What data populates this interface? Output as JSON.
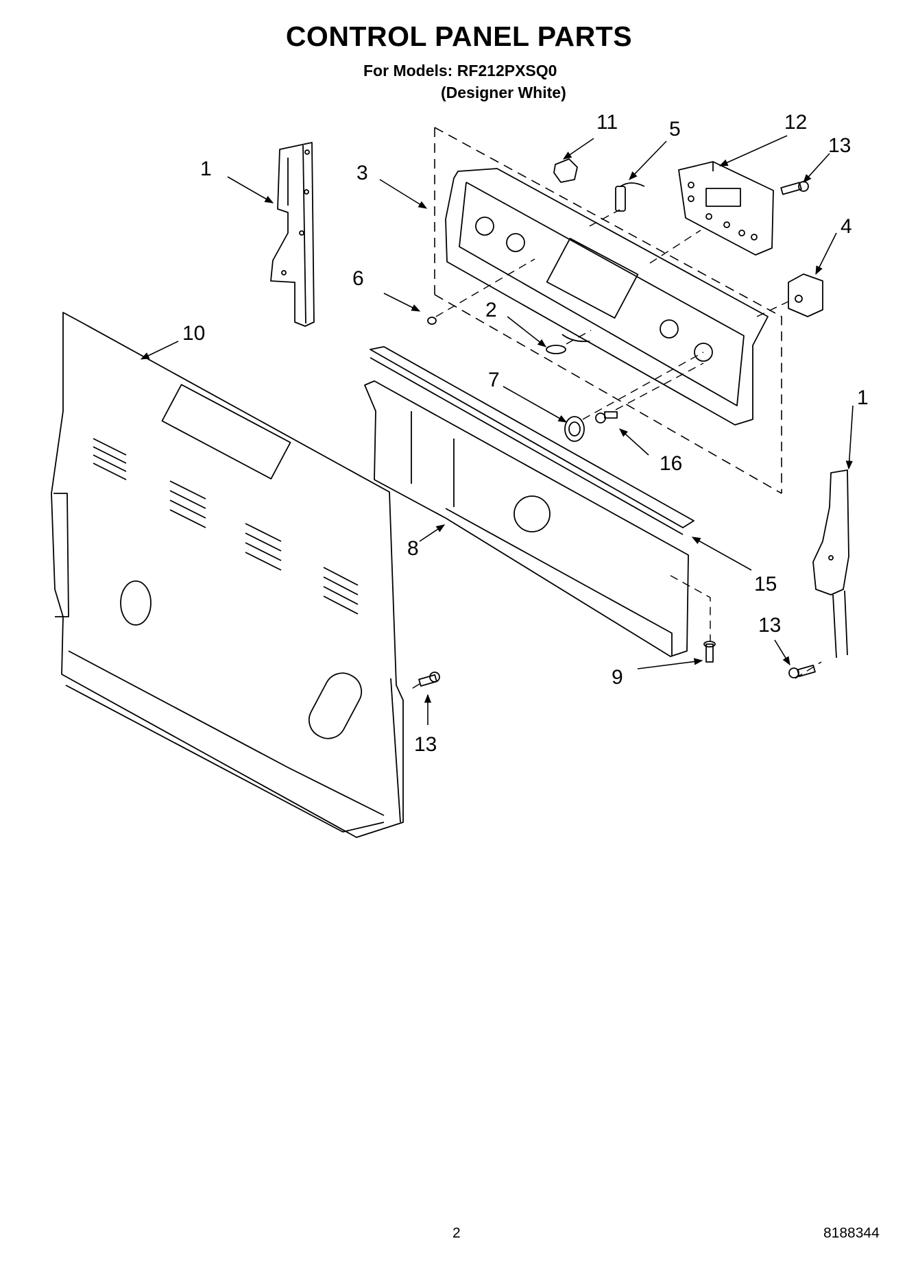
{
  "header": {
    "title": "CONTROL PANEL PARTS",
    "models_line": "For Models: RF212PXSQ0",
    "variant_line": "(Designer White)"
  },
  "callouts": {
    "c1_left": "1",
    "c3": "3",
    "c11": "11",
    "c5": "5",
    "c12": "12",
    "c13_top": "13",
    "c4": "4",
    "c6": "6",
    "c2": "2",
    "c10": "10",
    "c7": "7",
    "c16": "16",
    "c1_right": "1",
    "c8": "8",
    "c15": "15",
    "c13_right": "13",
    "c9": "9",
    "c13_bottom": "13"
  },
  "footer": {
    "page_number": "2",
    "doc_number": "8188344"
  }
}
